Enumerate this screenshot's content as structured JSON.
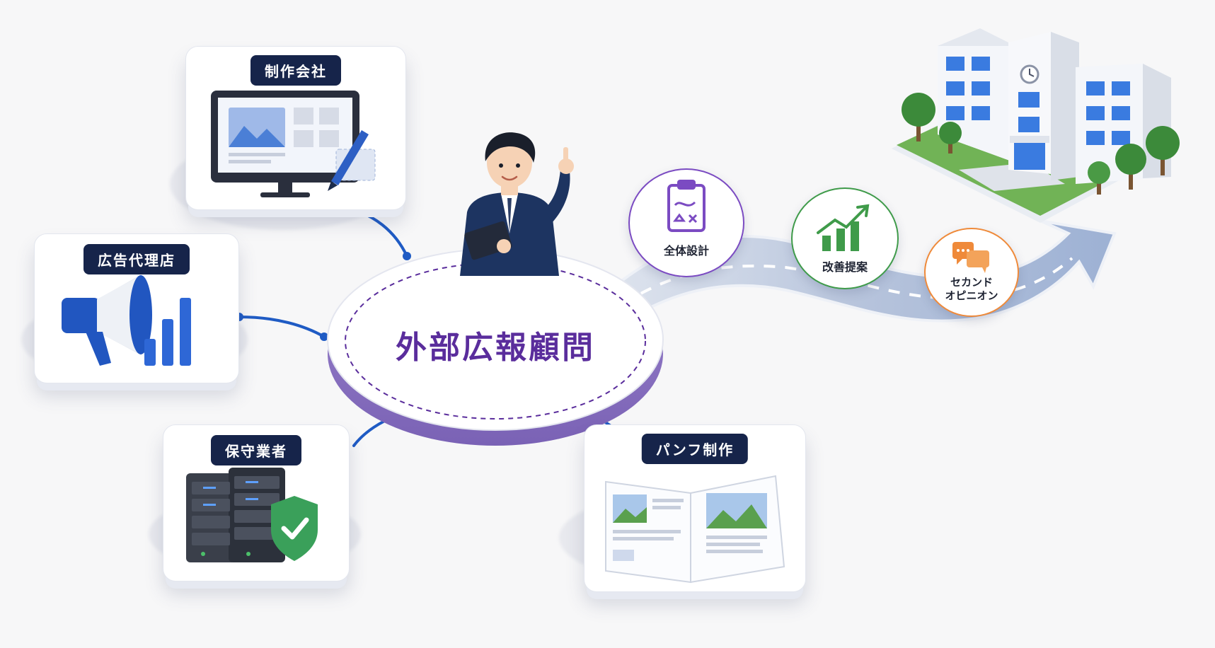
{
  "center": {
    "title": "外部広報顧問"
  },
  "partners": [
    {
      "label": "制作会社",
      "icon": "monitor-design-icon"
    },
    {
      "label": "広告代理店",
      "icon": "megaphone-chart-icon"
    },
    {
      "label": "保守業者",
      "icon": "server-shield-icon"
    },
    {
      "label": "パンフ制作",
      "icon": "brochure-icon"
    }
  ],
  "services": [
    {
      "label": "全体設計",
      "icon": "clipboard-plan-icon",
      "color": "#7b4bc2"
    },
    {
      "label": "改善提案",
      "icon": "growth-chart-icon",
      "color": "#3f9b4a"
    },
    {
      "label_lines": [
        "セカンド",
        "オピニオン"
      ],
      "icon": "speech-bubbles-icon",
      "color": "#ef8a3a"
    }
  ],
  "colors": {
    "label_bg": "#16244a",
    "hub_text": "#5a2d9c",
    "connector": "#1f5bc4",
    "road": "#b7c4dc",
    "arrow": "#8fa7cf"
  },
  "illustrations": {
    "consultant": "consultant-illustration",
    "destination": "school-building-illustration"
  }
}
